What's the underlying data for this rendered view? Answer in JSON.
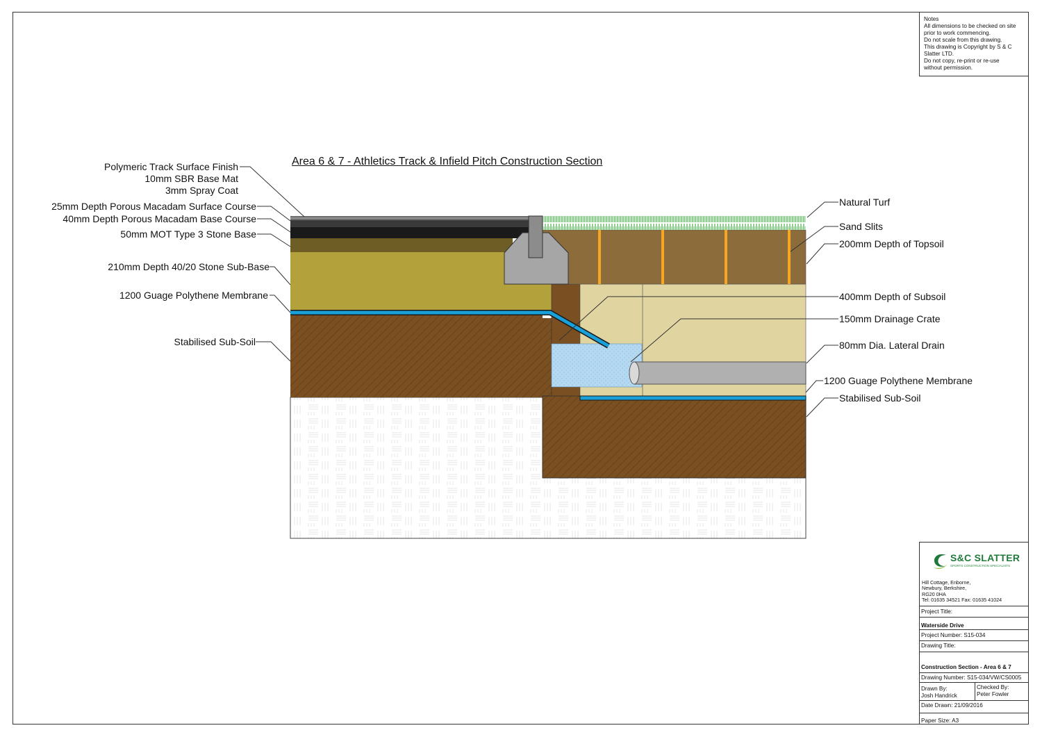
{
  "notes": {
    "lines": [
      "Notes",
      "All dimensions to be checked on site",
      "prior to work commencing.",
      "Do not scale from this drawing.",
      "This drawing is Copyright by S & C",
      "Slatter LTD.",
      "Do not copy, re-print or re-use",
      "without permission."
    ]
  },
  "drawing_title": "Area 6 & 7 - Athletics Track & Infield Pitch Construction Section",
  "labels_left": {
    "polymeric": "Polymeric Track Surface Finish",
    "sbr": "10mm SBR Base Mat",
    "spray": "3mm Spray Coat",
    "surface_course": "25mm Depth Porous Macadam Surface Course",
    "base_course": "40mm Depth Porous Macadam Base Course",
    "mot": "50mm MOT Type 3 Stone Base",
    "sub_base": "210mm Depth 40/20 Stone Sub-Base",
    "membrane": "1200 Guage Polythene Membrane",
    "sub_soil": "Stabilised Sub-Soil"
  },
  "labels_right": {
    "turf": "Natural Turf",
    "sand_slits": "Sand Slits",
    "topsoil": "200mm Depth of Topsoil",
    "subsoil": "400mm Depth of Subsoil",
    "crate": "150mm Drainage Crate",
    "lateral": "80mm Dia. Lateral Drain",
    "membrane": "1200 Guage Polythene Membrane",
    "sub_soil": "Stabilised Sub-Soil"
  },
  "colors": {
    "polymeric": "#555555",
    "surface_course": "#1a1a1a",
    "base_course": "#2e2e2e",
    "mot": "#6e5e26",
    "sub_base": "#b3a23c",
    "membrane": "#1aa0d8",
    "sub_soil": "#7a4f22",
    "topsoil": "#8b6c3a",
    "subsoil": "#e0d4a0",
    "sand_slit": "#f5a623",
    "turf": "#4caf50",
    "kerb": "#a6a6a6",
    "crate": "#b6d9f2",
    "pipe": "#b0b0b0",
    "logo": "#1f7a3a"
  },
  "title_block": {
    "company": "S&C SLATTER",
    "tagline": "SPORTS CONSTRUCTION SPECIALISTS",
    "address": [
      "Hill Cottage, Enborne,",
      "Newbury, Berkshire,",
      "RG20 0HA",
      "Tel: 01635 34521 Fax: 01635 41024"
    ],
    "project_title_label": "Project Title:",
    "project_title": "Waterside Drive",
    "project_number": "Project Number: S15-034",
    "drawing_title_label": "Drawing Title:",
    "drawing_title": "Construction Section - Area 6 & 7",
    "drawing_number": "Drawing Number: S15-034/VW/CS0005",
    "drawn_by_label": "Drawn By:",
    "drawn_by": "Josh Handrick",
    "checked_by_label": "Checked By:",
    "checked_by": "Peter Fowler",
    "date_drawn": "Date Drawn: 21/09/2016",
    "paper_size": "Paper Size: A3"
  }
}
